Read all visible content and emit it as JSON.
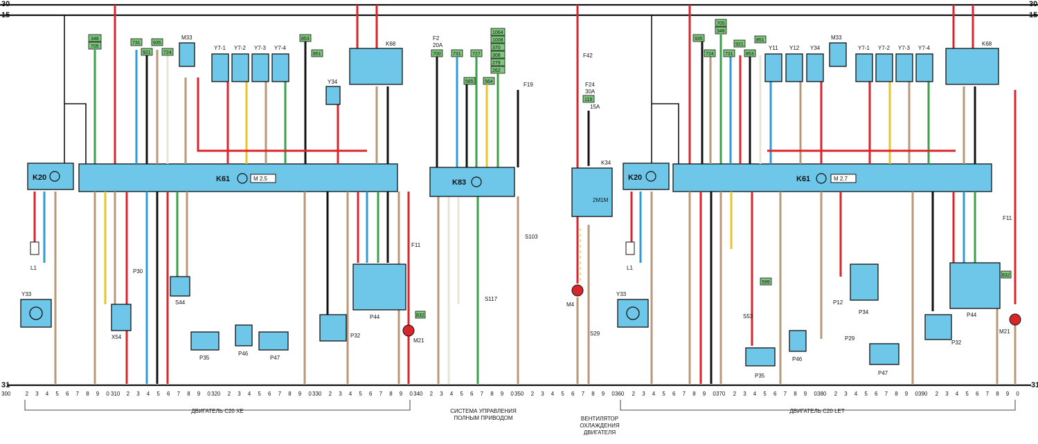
{
  "rails": {
    "top": "30",
    "second": "15",
    "ground": "31"
  },
  "modules": {
    "left_ecu": {
      "id": "K61",
      "version": "M 2.5"
    },
    "right_ecu": {
      "id": "K61",
      "version": "M 2.7"
    },
    "k83": "K83",
    "k20_left": "K20",
    "k20_right": "K20",
    "k34": "K34",
    "k34_sub": "2M1M",
    "k68_left": "K68",
    "k68_right": "K68"
  },
  "components": {
    "y33": "Y33",
    "x54": "X54",
    "p30": "P30",
    "s44": "S44",
    "p35": "P35",
    "p46": "P46",
    "p47": "P47",
    "p32": "P32",
    "p44": "P44",
    "m21": "M21",
    "m33": "M33",
    "y34": "Y34",
    "y7_1": "Y7-1",
    "y7_2": "Y7-2",
    "y7_3": "Y7-3",
    "y7_4": "Y7-4",
    "s117": "S117",
    "s103": "S103",
    "m4": "M4",
    "s29": "S29",
    "s53": "S53",
    "p12": "P12",
    "p29": "P29",
    "p34": "P34",
    "y11": "Y11",
    "y12": "Y12",
    "l1": "L1",
    "f11": "F11",
    "f19": "F19",
    "f42": "F42",
    "f2": "F2",
    "f2_rating": "20A",
    "f24": "F24",
    "f24_rating": "30A",
    "f24_amp": "15A"
  },
  "wire_codes": {
    "c348": "348",
    "c705": "705",
    "c731": "731",
    "c921": "921",
    "c935": "935",
    "c724": "724",
    "c853": "853",
    "c851": "851",
    "c700": "700",
    "c565": "565",
    "c727": "727",
    "c564": "564",
    "c1064": "1064",
    "c1008": "1008",
    "c370": "370",
    "c308": "308",
    "c279": "279",
    "c262": "262",
    "c119": "119",
    "c599": "599",
    "c832": "832"
  },
  "ground_scale": {
    "s300": "300",
    "s310": "310",
    "s320": "320",
    "s330": "330",
    "s340": "340",
    "s350": "350",
    "s360": "360",
    "s370": "370",
    "s380": "380",
    "s390": "390",
    "digits": [
      "1",
      "2",
      "3",
      "4",
      "5",
      "6",
      "7",
      "8",
      "9",
      "0"
    ]
  },
  "captions": {
    "left_engine": "ДВИГАТЕЛЬ C20 XE",
    "awd_line1": "СИСТЕМА УПРАВЛЕНИЯ",
    "awd_line2": "ПОЛНЫМ ПРИВОДОМ",
    "fan_line1": "ВЕНТИЛЯТОР",
    "fan_line2": "ОХЛАЖДЕНИЯ",
    "fan_line3": "ДВИГАТЕЛЯ",
    "right_engine": "ДВИГАТЕЛЬ C20 LET"
  },
  "colors": {
    "red": "#d9262b",
    "blue": "#2e9bd6",
    "black": "#111111",
    "brown": "#b89878",
    "green": "#3aa04a",
    "yellow": "#e8c52c",
    "white": "#e9e4d8",
    "module": "#6ec6e8",
    "code_tag": "#7dc87d"
  }
}
